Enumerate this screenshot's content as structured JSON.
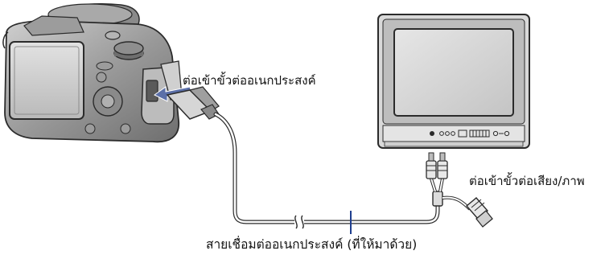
{
  "labels": {
    "multi_terminal": "ต่อเข้าขั้วต่ออเนกประสงค์",
    "av_terminal": "ต่อเข้าขั้วต่อเสียง/ภาพ",
    "cable": "สายเชื่อมต่ออเนกประสงค์ (ที่ให้มาด้วย)"
  },
  "colors": {
    "arrow": "#5b6fa8",
    "leader_line": "#1f3f8f",
    "outline": "#2b2b2b"
  }
}
